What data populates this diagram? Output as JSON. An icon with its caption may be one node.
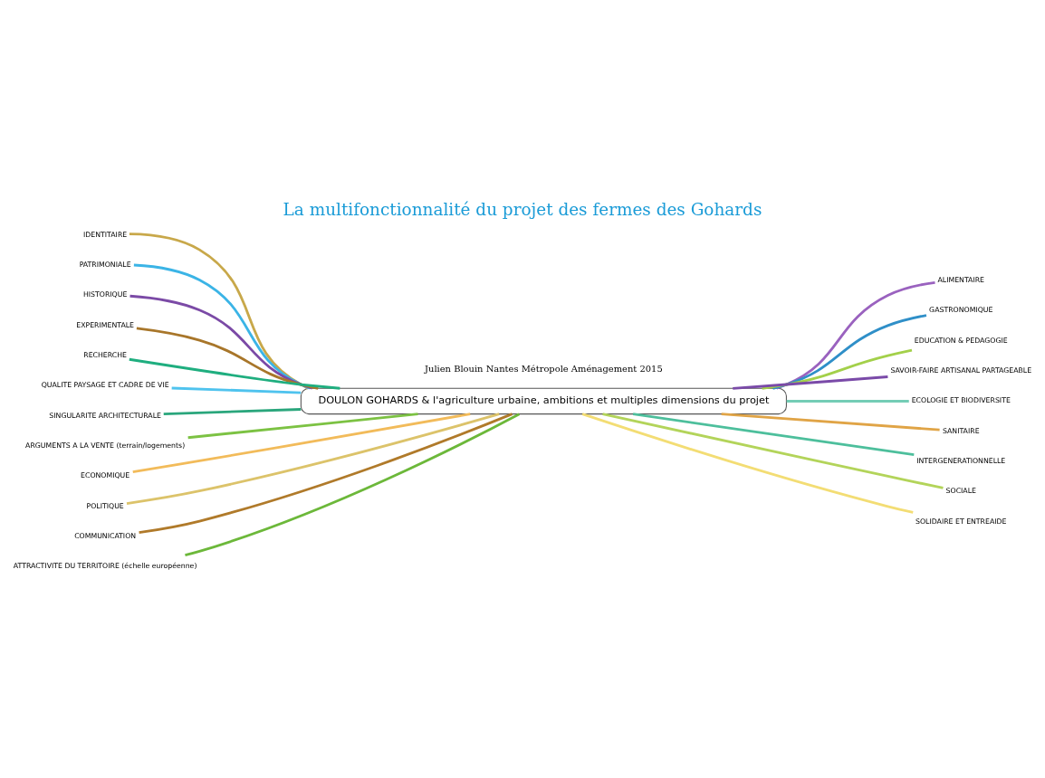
{
  "diagram": {
    "title": "La multifonctionnalité du projet des fermes des Gohards",
    "caption": "Julien Blouin Nantes Métropole Aménagement 2015",
    "nodes": [
      {
        "text": [
          "DOULON GOHARDS & l'agriculture urbaine, ambitions et multiples dimensions du projet"
        ]
      },
      {
        "text": [
          "IDENTITAIRE"
        ]
      },
      {
        "text": [
          "PATRIMONIALE"
        ]
      },
      {
        "text": [
          "HISTORIQUE"
        ]
      },
      {
        "text": [
          "EXPERIMENTALE"
        ]
      },
      {
        "text": [
          "RECHERCHE"
        ]
      },
      {
        "text": [
          "QUALITE PAYSAGE ET CADRE DE VIE"
        ]
      },
      {
        "text": [
          "SINGULARITE ARCHITECTURALE"
        ]
      },
      {
        "text": [
          "ARGUMENTS A LA VENTE (terrain/logements)"
        ]
      },
      {
        "text": [
          "ECONOMIQUE"
        ]
      },
      {
        "text": [
          "POLITIQUE"
        ]
      },
      {
        "text": [
          "COMMUNICATION"
        ]
      },
      {
        "text": [
          "ATTRACTIVITE DU TERRITOIRE (échelle européenne)"
        ]
      },
      {
        "text": [
          "ALIMENTAIRE"
        ]
      },
      {
        "text": [
          "GASTRONOMIQUE"
        ]
      },
      {
        "text": [
          "EDUCATION & PEDAGOGIE"
        ]
      },
      {
        "text": [
          "SAVOIR-FAIRE ARTISANAL PARTAGEABLE"
        ]
      },
      {
        "text": [
          "ECOLOGIE ET BIODIVERSITE"
        ]
      },
      {
        "text": [
          "SANITAIRE"
        ]
      },
      {
        "text": [
          "INTERGENERATIONNELLE"
        ]
      },
      {
        "text": [
          "SOCIALE"
        ]
      },
      {
        "text": [
          "SOLIDAIRE ET ENTREAIDE"
        ]
      }
    ],
    "edges": [
      {
        "from": 1,
        "to": 0,
        "arrow": "none",
        "color": "#c8a84a"
      },
      {
        "from": 2,
        "to": 0,
        "arrow": "none",
        "color": "#3bb4e6"
      },
      {
        "from": 3,
        "to": 0,
        "arrow": "none",
        "color": "#7b4aa6"
      },
      {
        "from": 4,
        "to": 0,
        "arrow": "none",
        "color": "#a8762a"
      },
      {
        "from": 5,
        "to": 0,
        "arrow": "none",
        "color": "#1fae7f"
      },
      {
        "from": 6,
        "to": 0,
        "arrow": "none",
        "color": "#4fc3ee"
      },
      {
        "from": 7,
        "to": 0,
        "arrow": "none",
        "color": "#2aa67c"
      },
      {
        "from": 8,
        "to": 0,
        "arrow": "none",
        "color": "#7cc243"
      },
      {
        "from": 9,
        "to": 0,
        "arrow": "none",
        "color": "#f2bb5a"
      },
      {
        "from": 10,
        "to": 0,
        "arrow": "none",
        "color": "#dcc36a"
      },
      {
        "from": 11,
        "to": 0,
        "arrow": "none",
        "color": "#b07a2a"
      },
      {
        "from": 12,
        "to": 0,
        "arrow": "none",
        "color": "#6cb83a"
      },
      {
        "from": 0,
        "to": 13,
        "arrow": "none",
        "color": "#9a62bf"
      },
      {
        "from": 0,
        "to": 14,
        "arrow": "none",
        "color": "#2f8fc8"
      },
      {
        "from": 0,
        "to": 15,
        "arrow": "none",
        "color": "#a3d04a"
      },
      {
        "from": 0,
        "to": 16,
        "arrow": "none",
        "color": "#7a4aa8"
      },
      {
        "from": 0,
        "to": 17,
        "arrow": "none",
        "color": "#74cdb6"
      },
      {
        "from": 0,
        "to": 18,
        "arrow": "none",
        "color": "#e0a446"
      },
      {
        "from": 0,
        "to": 19,
        "arrow": "none",
        "color": "#4dbf9c"
      },
      {
        "from": 0,
        "to": 20,
        "arrow": "none",
        "color": "#b3d45a"
      },
      {
        "from": 0,
        "to": 21,
        "arrow": "none",
        "color": "#f3dd74"
      }
    ]
  }
}
